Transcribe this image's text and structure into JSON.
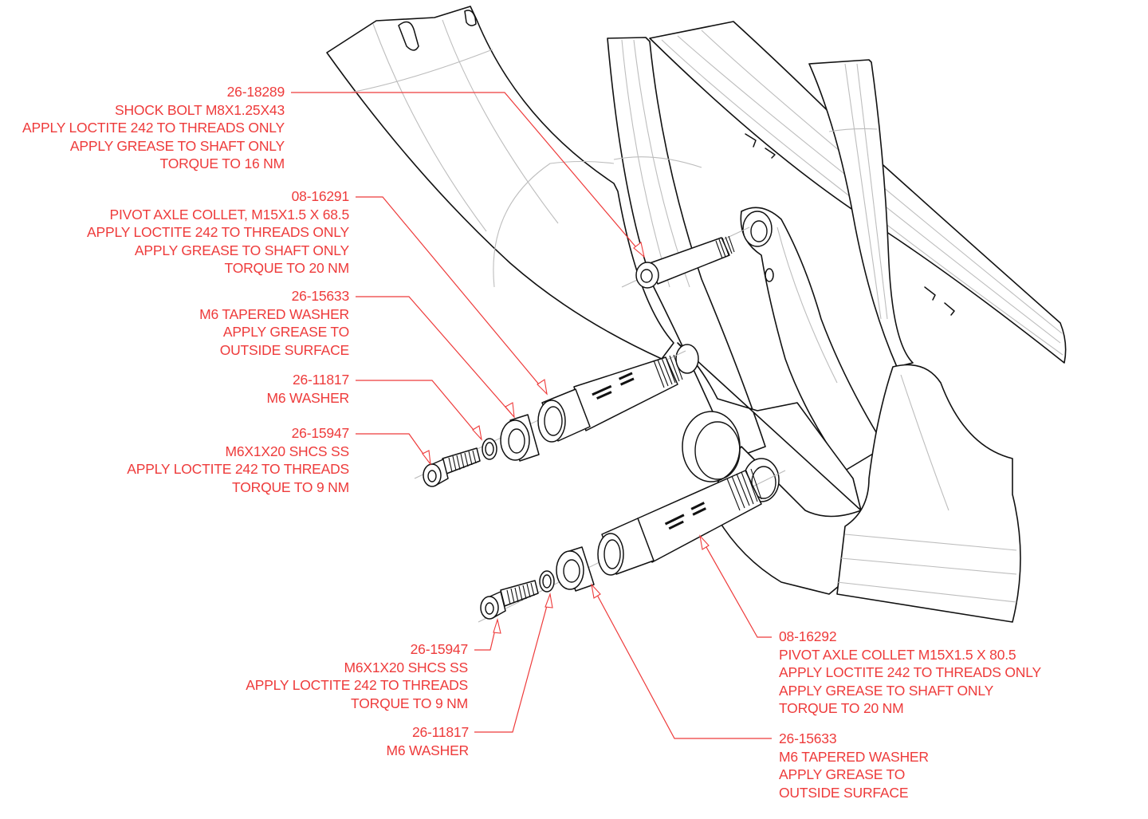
{
  "diagram": {
    "type": "exploded assembly view",
    "subject": "bicycle frame lower link pivot hardware",
    "label_color": "#ee3b3b",
    "line_color": "#111111",
    "construction_line_color": "#bdbdbd"
  },
  "callouts": {
    "shock_bolt": {
      "part_number": "26-18289",
      "lines": [
        "SHOCK BOLT M8X1.25X43",
        "APPLY LOCTITE 242 TO THREADS ONLY",
        "APPLY GREASE TO SHAFT ONLY",
        "TORQUE TO 16 NM"
      ]
    },
    "upper_axle": {
      "part_number": "08-16291",
      "lines": [
        "PIVOT AXLE COLLET, M15X1.5 X 68.5",
        "APPLY LOCTITE 242 TO THREADS ONLY",
        "APPLY GREASE TO SHAFT ONLY",
        "TORQUE TO 20 NM"
      ]
    },
    "upper_tapered_washer": {
      "part_number": "26-15633",
      "lines": [
        "M6 TAPERED WASHER",
        "APPLY GREASE TO",
        "OUTSIDE SURFACE"
      ]
    },
    "upper_washer": {
      "part_number": "26-11817",
      "lines": [
        "M6 WASHER"
      ]
    },
    "upper_screw": {
      "part_number": "26-15947",
      "lines": [
        "M6X1X20 SHCS SS",
        "APPLY LOCTITE 242 TO THREADS",
        "TORQUE TO 9 NM"
      ]
    },
    "lower_screw": {
      "part_number": "26-15947",
      "lines": [
        "M6X1X20 SHCS SS",
        "APPLY LOCTITE 242 TO THREADS",
        "TORQUE TO 9 NM"
      ]
    },
    "lower_washer": {
      "part_number": "26-11817",
      "lines": [
        "M6 WASHER"
      ]
    },
    "lower_axle": {
      "part_number": "08-16292",
      "lines": [
        "PIVOT AXLE COLLET M15X1.5 X 80.5",
        "APPLY LOCTITE 242 TO THREADS ONLY",
        "APPLY GREASE TO SHAFT ONLY",
        "TORQUE TO 20 NM"
      ]
    },
    "lower_tapered_washer": {
      "part_number": "26-15633",
      "lines": [
        "M6 TAPERED WASHER",
        "APPLY GREASE TO",
        "OUTSIDE SURFACE"
      ]
    }
  }
}
